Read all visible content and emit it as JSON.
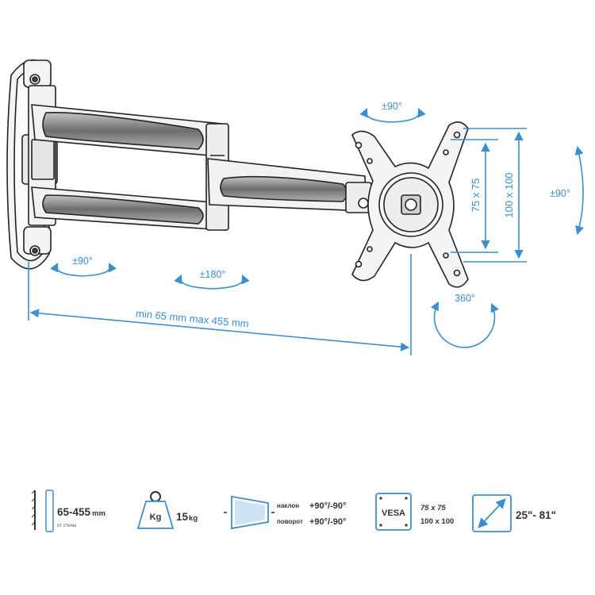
{
  "dimensions": {
    "span": "min 65 mm max 455 mm",
    "vesa_small": "75 x 75",
    "vesa_large": "100 x 100"
  },
  "rotations": {
    "wall_swivel": "±90°",
    "arm_swivel": "±180°",
    "head_swivel": "±90°",
    "tilt": "±90°",
    "rotation": "360°"
  },
  "specs": {
    "distance_value": "65-455",
    "distance_unit": "mm",
    "distance_caption": "от стены",
    "weight_icon_label": "Kg",
    "weight_value": "15",
    "weight_unit": "kg",
    "tilt_label": "наклон",
    "tilt_value": "+90°/-90°",
    "swivel_label": "поворот",
    "swivel_value": "+90°/-90°",
    "vesa_badge": "VESA",
    "vesa_small": "75 x 75",
    "vesa_large": "100 x 100",
    "screen_size": "25\"- 81\""
  },
  "colors": {
    "accent": "#3a8fd0",
    "line": "#222222",
    "metal": "#f4f4f4",
    "slot": "#8a8a8a",
    "spec_text": "#333333"
  },
  "icons": [
    "wall-distance-icon",
    "weight-icon",
    "screen-tilt-icon",
    "vesa-icon",
    "screen-diagonal-icon"
  ]
}
